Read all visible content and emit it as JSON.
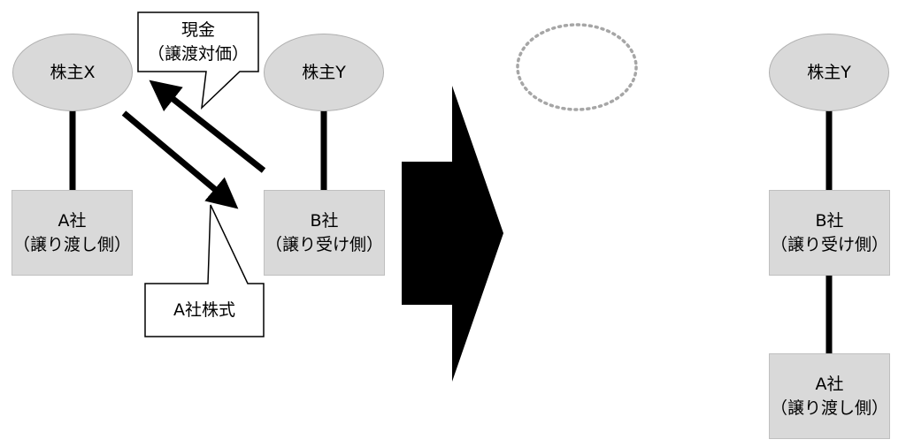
{
  "left_side": {
    "shareholder_x": "株主X",
    "shareholder_y": "株主Y",
    "company_a": {
      "name": "A社",
      "role": "（譲り渡し側）"
    },
    "company_b": {
      "name": "B社",
      "role": "（譲り受け側）"
    },
    "callout_cash": {
      "line1": "現金",
      "line2": "（譲渡対価）"
    },
    "callout_shares": "A社株式"
  },
  "right_side": {
    "shareholder_y": "株主Y",
    "company_b": {
      "name": "B社",
      "role": "（譲り受け側）"
    },
    "company_a": {
      "name": "A社",
      "role": "（譲り渡し側）"
    }
  },
  "colors": {
    "node_fill": "#d9d9d9",
    "node_border": "#b0b0b0",
    "line": "#000000",
    "dotted_outline": "#a6a6a6"
  }
}
